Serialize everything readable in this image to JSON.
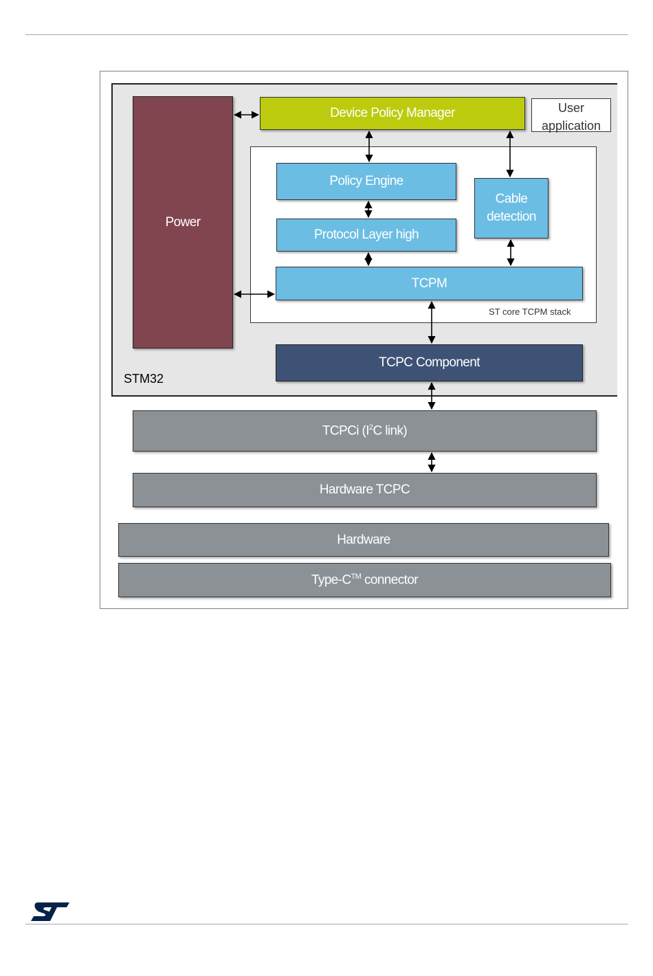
{
  "diagram": {
    "stm32_label": "STM32",
    "power_label": "Power",
    "dpm_label": "Device Policy Manager",
    "user_app_line1": "User",
    "user_app_line2": "application",
    "policy_engine_label": "Policy Engine",
    "protocol_layer_label": "Protocol Layer high",
    "cable_line1": "Cable",
    "cable_line2": "detection",
    "tcpm_label": "TCPM",
    "stack_label": "ST core TCPM stack",
    "tcpc_component_label": "TCPC Component",
    "tcpci_prefix": "TCPCi (I",
    "tcpci_sup": "2",
    "tcpci_suffix": "C link)",
    "hardware_tcpc_label": "Hardware TCPC",
    "hardware_label": "Hardware",
    "connector_prefix": "Type-C",
    "connector_sup": "TM",
    "connector_suffix": " connector"
  },
  "colors": {
    "power": "#81454f",
    "dpm": "#bccb0e",
    "blue_block": "#6bbde3",
    "tcpc_component": "#3e5276",
    "gray_block": "#8c9196"
  },
  "logo": "st-logo"
}
